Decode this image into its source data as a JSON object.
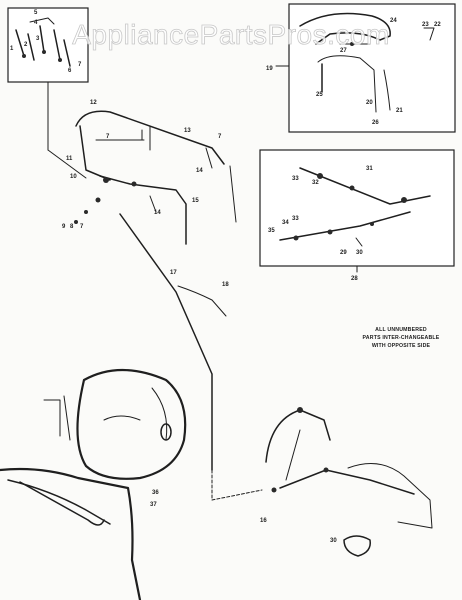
{
  "watermark": "AppliancePartsPros.com",
  "note": {
    "line1": "ALL UNNUMBERED",
    "line2": "PARTS INTER-CHANGEABLE",
    "line3": "WITH OPPOSITE SIDE"
  },
  "callouts": {
    "c1": "1",
    "c2": "2",
    "c3": "3",
    "c4": "4",
    "c5": "5",
    "c6": "6",
    "c7": "7",
    "c7b": "7",
    "c7c": "7",
    "c7d": "7",
    "c8": "8",
    "c9": "9",
    "c10": "10",
    "c11": "11",
    "c12": "12",
    "c13": "13",
    "c14": "14",
    "c14b": "14",
    "c15": "15",
    "c16": "16",
    "c17": "17",
    "c18": "18",
    "c19": "19",
    "c20": "20",
    "c21": "21",
    "c22": "22",
    "c23": "23",
    "c24": "24",
    "c25": "25",
    "c26": "26",
    "c27": "27",
    "c28": "28",
    "c29": "29",
    "c30": "30",
    "c30b": "30",
    "c31": "31",
    "c32": "32",
    "c33": "33",
    "c33b": "33",
    "c34": "34",
    "c35": "35",
    "c36": "36",
    "c37": "37"
  }
}
